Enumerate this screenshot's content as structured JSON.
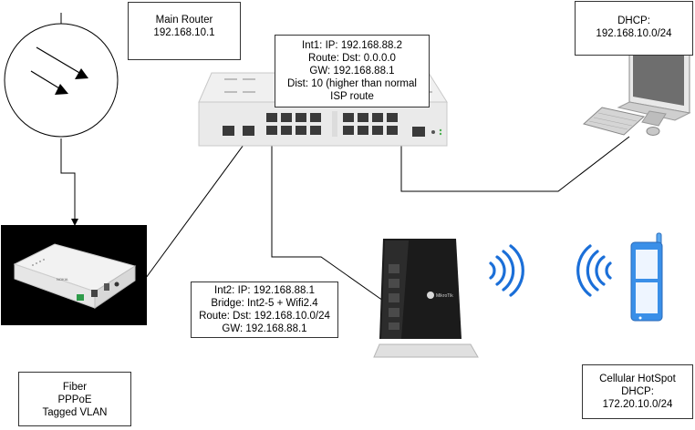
{
  "boxes": {
    "main_router": [
      "Main Router",
      "192.168.10.1"
    ],
    "int1": [
      "Int1: IP: 192.168.88.2",
      "Route: Dst: 0.0.0.0",
      "GW: 192.168.88.1",
      "Dist: 10 (higher than normal",
      "ISP route"
    ],
    "dhcp_pc": [
      "DHCP:",
      "192.168.10.0/24"
    ],
    "int2": [
      "Int2: IP: 192.168.88.1",
      "Bridge: Int2-5 + Wifi2.4",
      "Route: Dst: 192.168.10.0/24",
      "GW: 192.168.88.1"
    ],
    "fiber": [
      "Fiber",
      "PPPoE",
      "Tagged VLAN"
    ],
    "cellular": [
      "Cellular HotSpot",
      "DHCP:",
      "172.20.10.0/24"
    ]
  },
  "icons": [
    "fiber-signal-icon",
    "switch-router-icon",
    "ont-modem-icon",
    "desktop-computer-icon",
    "wifi-router-icon",
    "wifi-signal-icon",
    "mobile-phone-icon"
  ],
  "colors": {
    "wifi": "#1b6fd8",
    "phone": "#3a8fe8",
    "line": "#000000"
  }
}
